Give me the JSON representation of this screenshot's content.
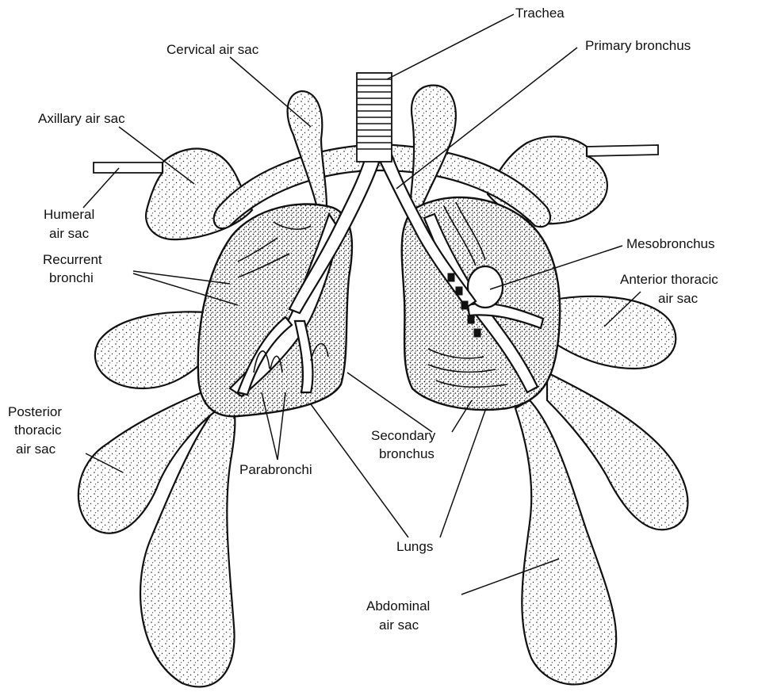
{
  "labels": {
    "trachea": "Trachea",
    "primary_bronchus": "Primary bronchus",
    "cervical_air_sac": "Cervical air sac",
    "axillary_air_sac": "Axillary air sac",
    "humeral_air_sac_line1": "Humeral",
    "humeral_air_sac_line2": "air sac",
    "recurrent_bronchi_line1": "Recurrent",
    "recurrent_bronchi_line2": "bronchi",
    "mesobronchus": "Mesobronchus",
    "anterior_thoracic_line1": "Anterior thoracic",
    "anterior_thoracic_line2": "air sac",
    "posterior_thoracic_line1": "Posterior",
    "posterior_thoracic_line2": "thoracic",
    "posterior_thoracic_line3": "air sac",
    "parabronchi": "Parabronchi",
    "secondary_bronchus_line1": "Secondary",
    "secondary_bronchus_line2": "bronchus",
    "lungs": "Lungs",
    "abdominal_air_sac_line1": "Abdominal",
    "abdominal_air_sac_line2": "air sac"
  }
}
